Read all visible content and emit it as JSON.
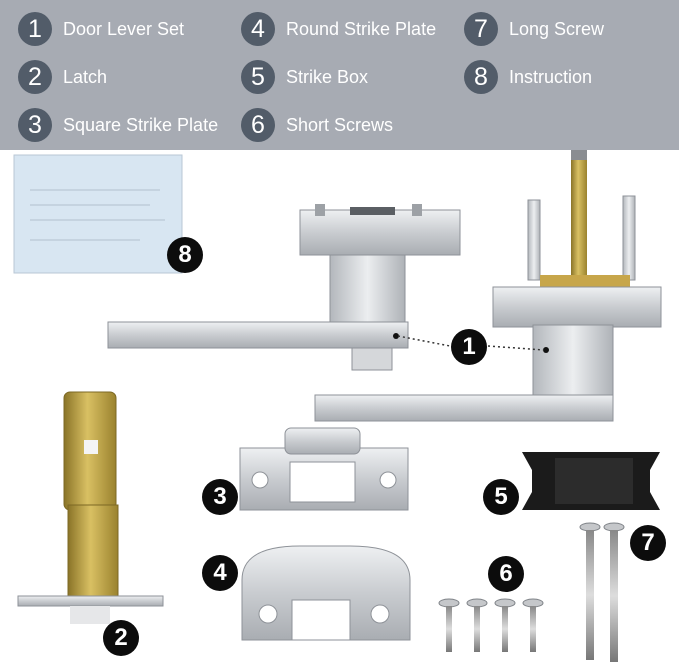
{
  "legend": [
    {
      "number": "1",
      "label": "Door Lever Set"
    },
    {
      "number": "2",
      "label": "Latch"
    },
    {
      "number": "3",
      "label": "Square Strike Plate"
    },
    {
      "number": "4",
      "label": "Round Strike Plate"
    },
    {
      "number": "5",
      "label": "Strike Box"
    },
    {
      "number": "6",
      "label": "Short Screws"
    },
    {
      "number": "7",
      "label": "Long Screw"
    },
    {
      "number": "8",
      "label": "Instruction"
    }
  ],
  "badges": {
    "door_lever_set": "1",
    "latch": "2",
    "square_strike_plate": "3",
    "round_strike_plate": "4",
    "strike_box": "5",
    "short_screws": "6",
    "long_screw": "7",
    "instruction": "8"
  },
  "colors": {
    "legend_background": "#a7abb3",
    "legend_number_circle": "#525c69",
    "badge": "#0c0c0c",
    "brushed_nickel": "#c9ccd0",
    "brass": "#c2a23c",
    "strike_box": "#1b1b1b",
    "instruction_paper": "#d8e6f2"
  }
}
